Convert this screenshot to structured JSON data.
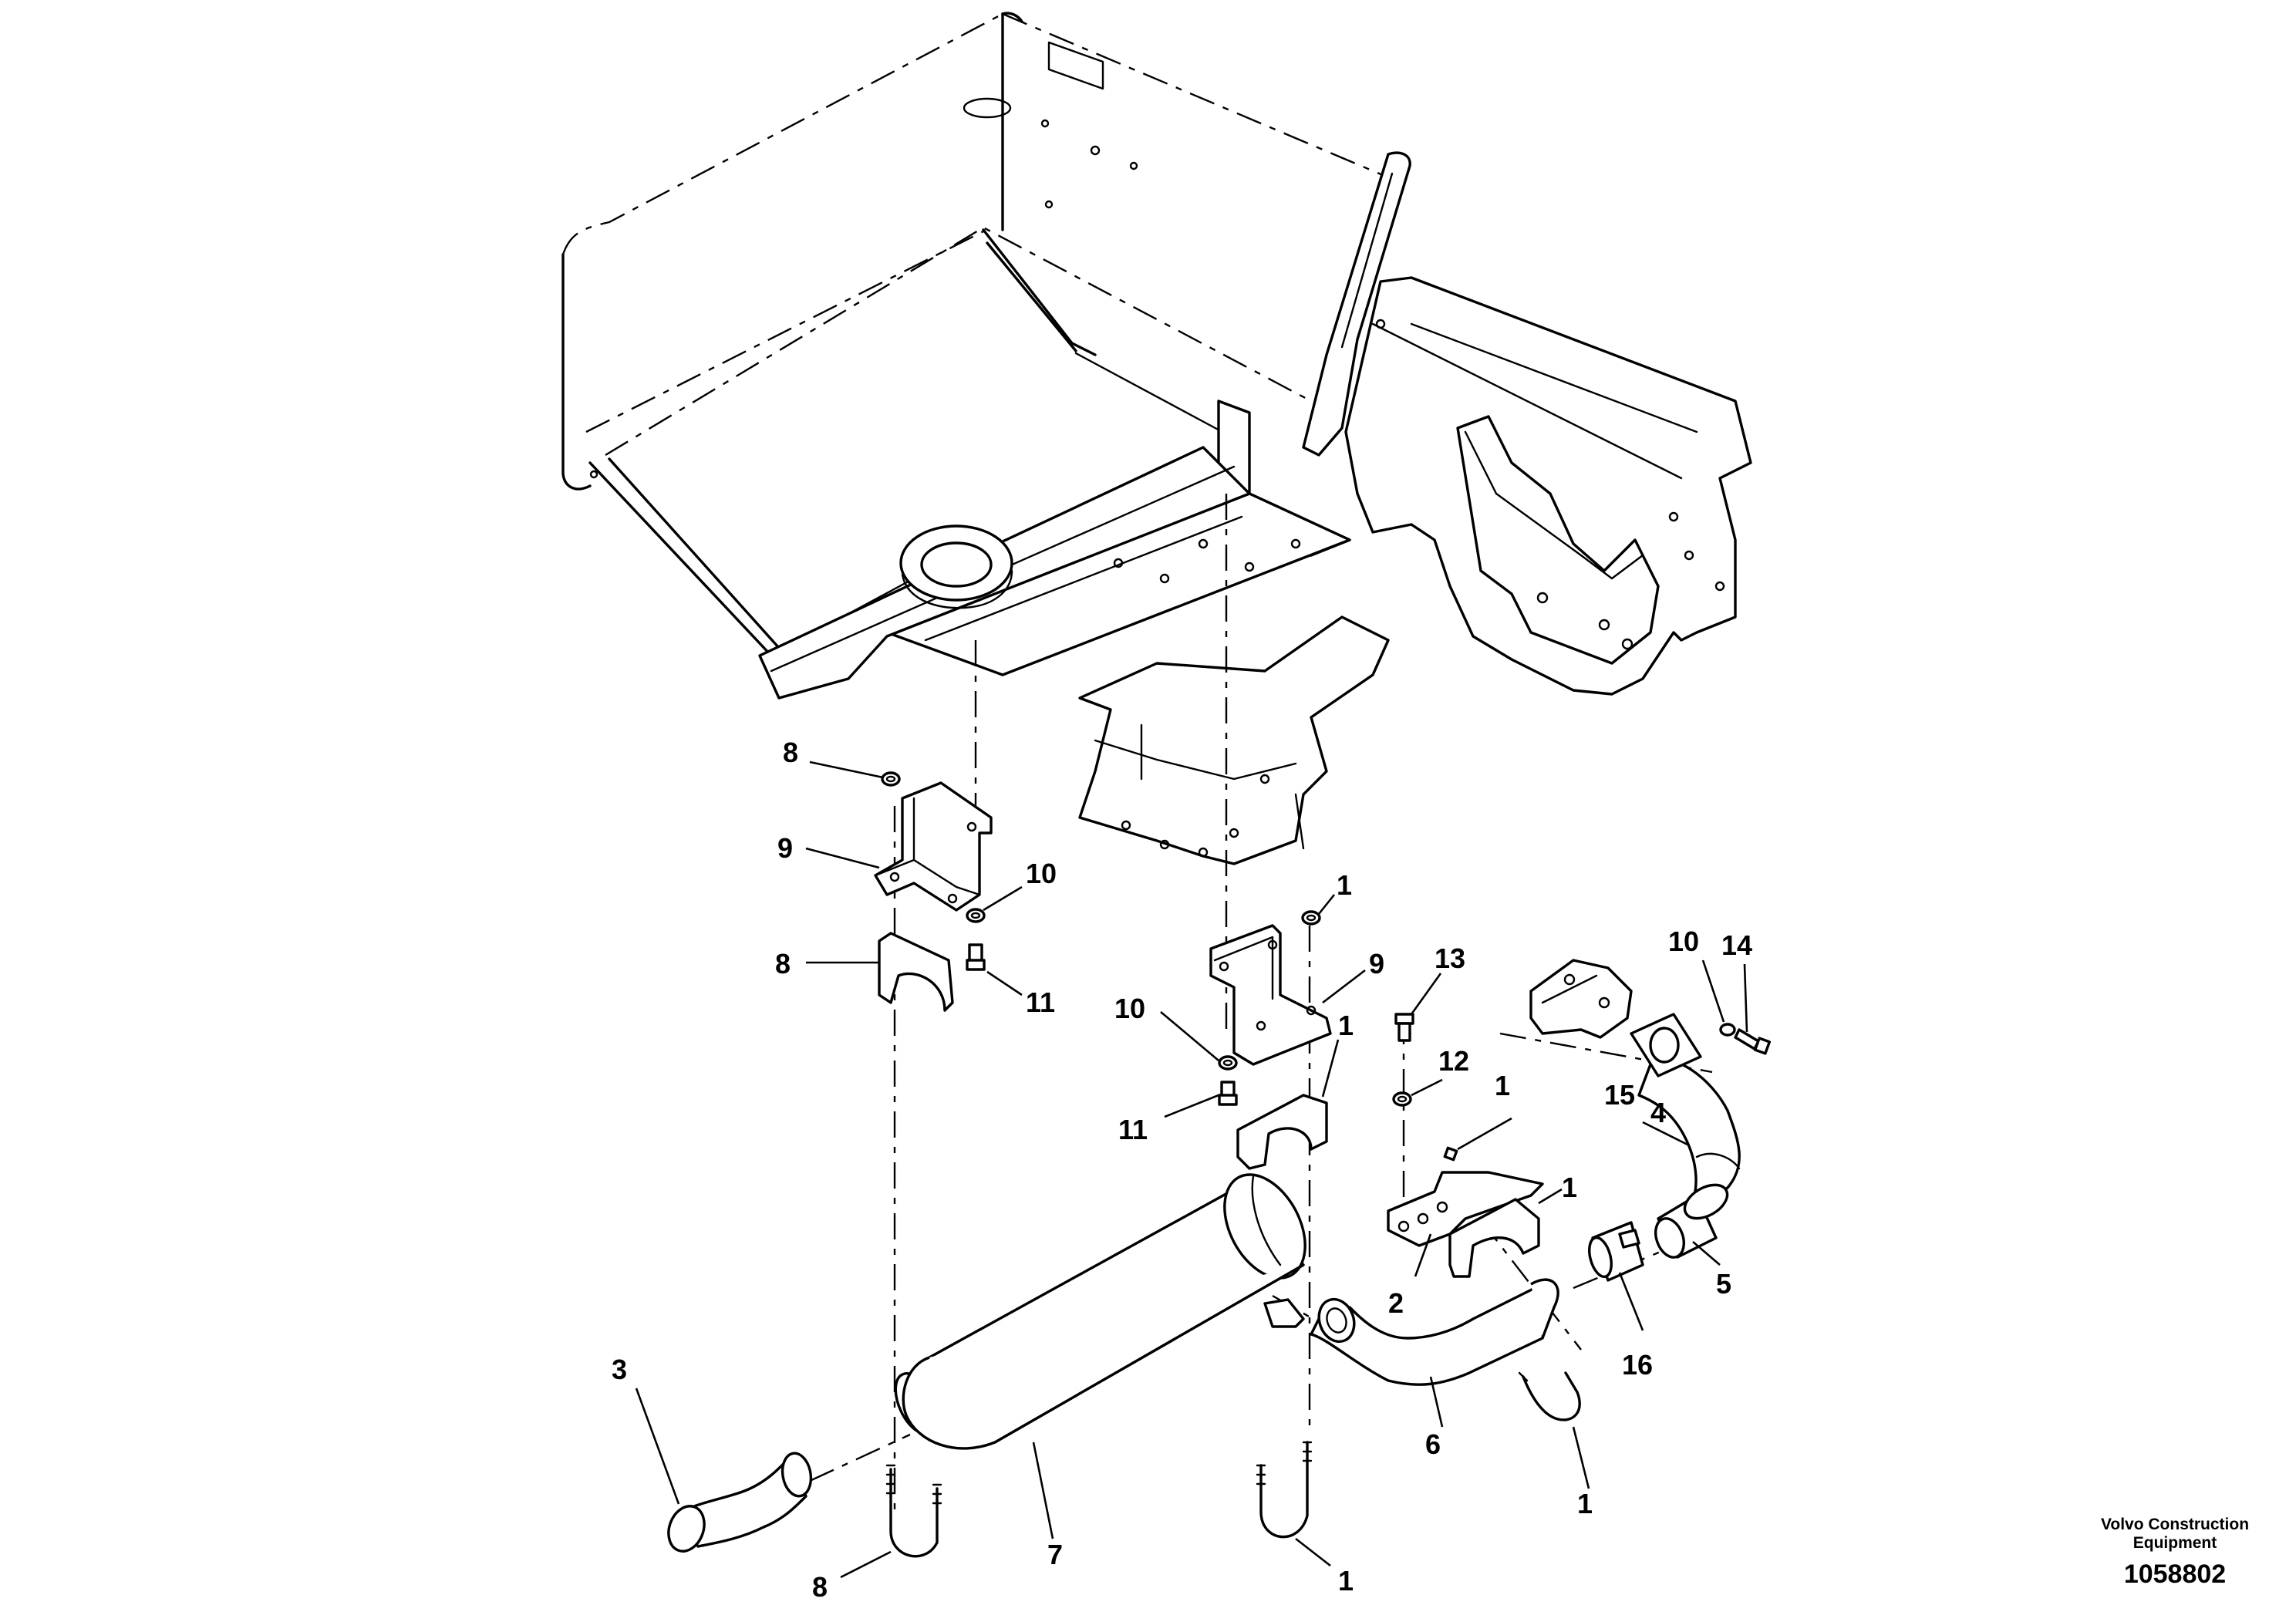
{
  "callouts": [
    "8",
    "9",
    "10",
    "8",
    "11",
    "1",
    "9",
    "10",
    "11",
    "13",
    "12",
    "1",
    "1",
    "1",
    "2",
    "10",
    "14",
    "15",
    "4",
    "5",
    "16",
    "6",
    "1",
    "3",
    "7",
    "8",
    "1"
  ],
  "brand": {
    "line1": "Volvo Construction",
    "line2": "Equipment"
  },
  "drawing_number": "1058802"
}
